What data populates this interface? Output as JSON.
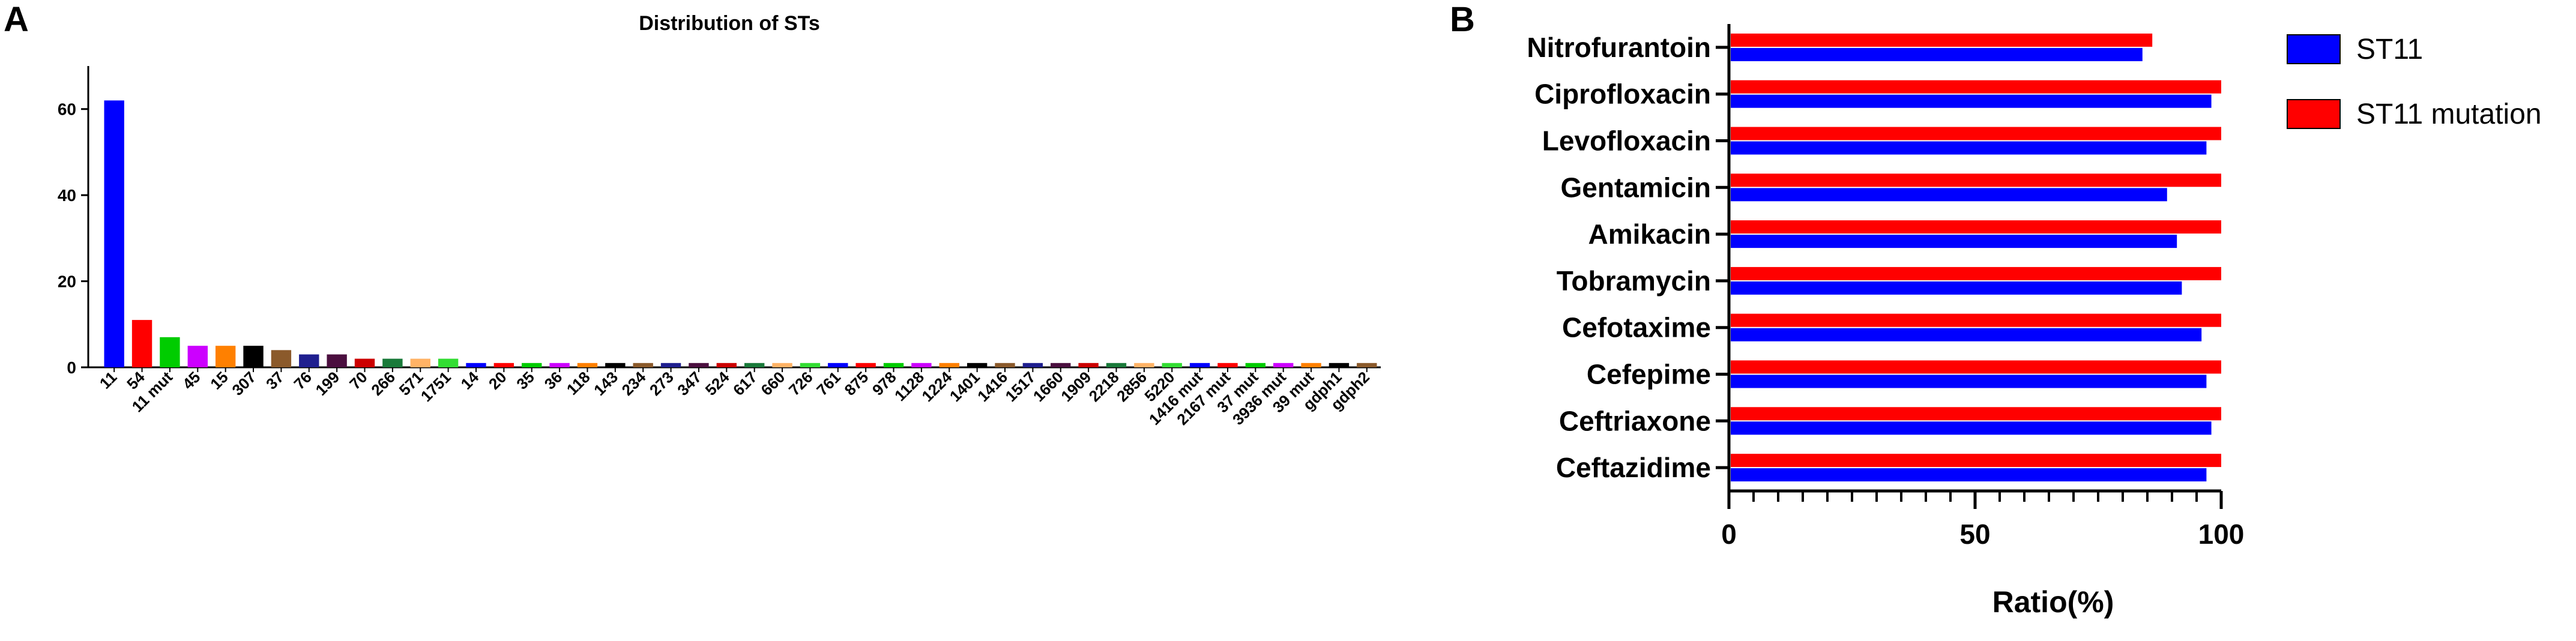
{
  "panels": {
    "a_letter": "A",
    "b_letter": "B"
  },
  "chart_data": [
    {
      "type": "bar",
      "title": "Distribution of STs",
      "xlabel": "",
      "ylabel": "",
      "ylim": [
        0,
        70
      ],
      "yticks": [
        0,
        20,
        40,
        60
      ],
      "grid": false,
      "categories": [
        "11",
        "54",
        "11 mut",
        "45",
        "15",
        "307",
        "37",
        "76",
        "199",
        "70",
        "266",
        "571",
        "1751",
        "14",
        "20",
        "35",
        "36",
        "118",
        "143",
        "234",
        "273",
        "347",
        "524",
        "617",
        "660",
        "726",
        "761",
        "875",
        "978",
        "1128",
        "1224",
        "1401",
        "1416",
        "1517",
        "1660",
        "1909",
        "2218",
        "2856",
        "5220",
        "1416 mut",
        "2167 mut",
        "37 mut",
        "3936 mut",
        "39 mut",
        "gdph1",
        "gdph2"
      ],
      "values": [
        62,
        11,
        7,
        5,
        5,
        5,
        4,
        3,
        3,
        2,
        2,
        2,
        2,
        1,
        1,
        1,
        1,
        1,
        1,
        1,
        1,
        1,
        1,
        1,
        1,
        1,
        1,
        1,
        1,
        1,
        1,
        1,
        1,
        1,
        1,
        1,
        1,
        1,
        1,
        1,
        1,
        1,
        1,
        1,
        1,
        1
      ],
      "colors": [
        "#0000ff",
        "#ff0000",
        "#00cc00",
        "#cc00ff",
        "#ff8000",
        "#000000",
        "#8b5a2b",
        "#1f1f8f",
        "#4b0f3f",
        "#cc0000",
        "#1a7a3a",
        "#ffb366",
        "#33dd33",
        "#0000ff",
        "#ff0000",
        "#00cc00",
        "#cc00ff",
        "#ff8000",
        "#000000",
        "#8b5a2b",
        "#1f1f8f",
        "#4b0f3f",
        "#cc0000",
        "#1a7a3a",
        "#ffb366",
        "#33dd33",
        "#0000ff",
        "#ff0000",
        "#00cc00",
        "#cc00ff",
        "#ff8000",
        "#000000",
        "#8b5a2b",
        "#1f1f8f",
        "#4b0f3f",
        "#cc0000",
        "#1a7a3a",
        "#ffb366",
        "#33dd33",
        "#0000ff",
        "#ff0000",
        "#00cc00",
        "#cc00ff",
        "#ff8000",
        "#000000",
        "#8b5a2b"
      ]
    },
    {
      "type": "bar",
      "orientation": "horizontal",
      "title": "",
      "xlabel": "Ratio(%)",
      "ylabel": "",
      "xlim": [
        0,
        100
      ],
      "xticks": [
        0,
        50,
        100
      ],
      "grid": false,
      "legend_position": "top-right",
      "categories": [
        "Nitrofurantoin",
        "Ciprofloxacin",
        "Levofloxacin",
        "Gentamicin",
        "Amikacin",
        "Tobramycin",
        "Cefotaxime",
        "Cefepime",
        "Ceftriaxone",
        "Ceftazidime"
      ],
      "series": [
        {
          "name": "ST11 mutation",
          "color": "#ff0000",
          "values": [
            86,
            100,
            100,
            100,
            100,
            100,
            100,
            100,
            100,
            100
          ]
        },
        {
          "name": "ST11",
          "color": "#0000ff",
          "values": [
            84,
            98,
            97,
            89,
            91,
            92,
            96,
            97,
            98,
            97
          ]
        }
      ],
      "legend_order": [
        "ST11",
        "ST11 mutation"
      ]
    }
  ]
}
